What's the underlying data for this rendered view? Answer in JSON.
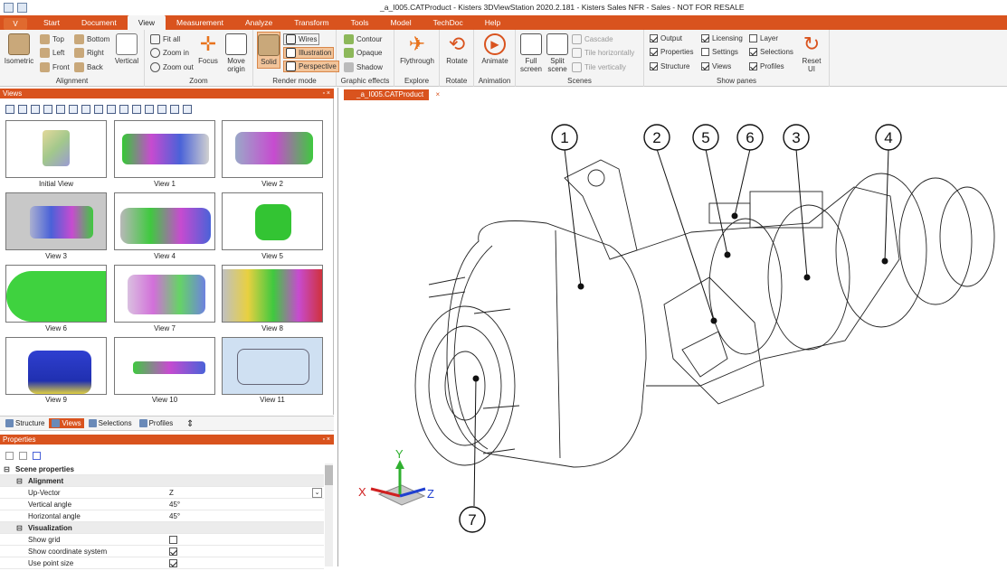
{
  "window_title": "_a_I005.CATProduct - Kisters 3DViewStation 2020.2.181 - Kisters Sales NFR - Sales - NOT FOR RESALE",
  "app_button": "V",
  "tabs": [
    "Start",
    "Document",
    "View",
    "Measurement",
    "Analyze",
    "Transform",
    "Tools",
    "Model",
    "TechDoc",
    "Help"
  ],
  "active_tab": "View",
  "ribbon": {
    "alignment": {
      "label": "Alignment",
      "isometric": "Isometric",
      "top": "Top",
      "left": "Left",
      "front": "Front",
      "bottom": "Bottom",
      "right": "Right",
      "back": "Back",
      "vertical": "Vertical"
    },
    "zoom": {
      "label": "Zoom",
      "fit_all": "Fit all",
      "zoom_in": "Zoom in",
      "zoom_out": "Zoom out",
      "focus": "Focus",
      "move_origin": "Move origin"
    },
    "render_mode": {
      "label": "Render mode",
      "solid": "Solid",
      "wires": "Wires",
      "illustration": "Illustration",
      "perspective": "Perspective"
    },
    "graphic_effects": {
      "label": "Graphic effects",
      "contour": "Contour",
      "opaque": "Opaque",
      "shadow": "Shadow"
    },
    "explore": {
      "label": "Explore",
      "flythrough": "Flythrough"
    },
    "rotate": {
      "label": "Rotate",
      "rotate": "Rotate"
    },
    "animation": {
      "label": "Animation",
      "animate": "Animate"
    },
    "scenes": {
      "label": "Scenes",
      "full_screen": "Full screen",
      "split_scene": "Split scene",
      "cascade": "Cascade",
      "tile_h": "Tile horizontally",
      "tile_v": "Tile vertically"
    },
    "show_panes": {
      "label": "Show panes",
      "output": "Output",
      "properties": "Properties",
      "structure": "Structure",
      "licensing": "Licensing",
      "settings": "Settings",
      "views": "Views",
      "layer": "Layer",
      "selections": "Selections",
      "profiles": "Profiles",
      "reset_ui": "Reset UI"
    }
  },
  "views_panel": {
    "title": "Views",
    "thumbnails": [
      "Initial View",
      "View 1",
      "View 2",
      "View 3",
      "View 4",
      "View 5",
      "View 6",
      "View 7",
      "View 8",
      "View 9",
      "View 10",
      "View 11"
    ],
    "selected": "View 11"
  },
  "panel_tabs": [
    "Structure",
    "Views",
    "Selections",
    "Profiles"
  ],
  "active_panel_tab": "Views",
  "properties_panel": {
    "title": "Properties",
    "scene_properties": "Scene properties",
    "alignment_cat": "Alignment",
    "up_vector_label": "Up-Vector",
    "up_vector_value": "Z",
    "vertical_angle_label": "Vertical angle",
    "vertical_angle_value": "45°",
    "horizontal_angle_label": "Horizontal angle",
    "horizontal_angle_value": "45°",
    "visualization_cat": "Visualization",
    "show_grid": "Show grid",
    "show_coord": "Show coordinate system",
    "use_point_size": "Use point size"
  },
  "document_tab": "_a_I005.CATProduct",
  "callouts": [
    "1",
    "2",
    "5",
    "6",
    "3",
    "4",
    "7"
  ],
  "axis_labels": {
    "x": "X",
    "y": "Y",
    "z": "Z"
  },
  "colors": {
    "accent": "#d9531e",
    "ribbon_bg": "#f4f4f4",
    "selected_thumb": "#cfe0f2"
  }
}
